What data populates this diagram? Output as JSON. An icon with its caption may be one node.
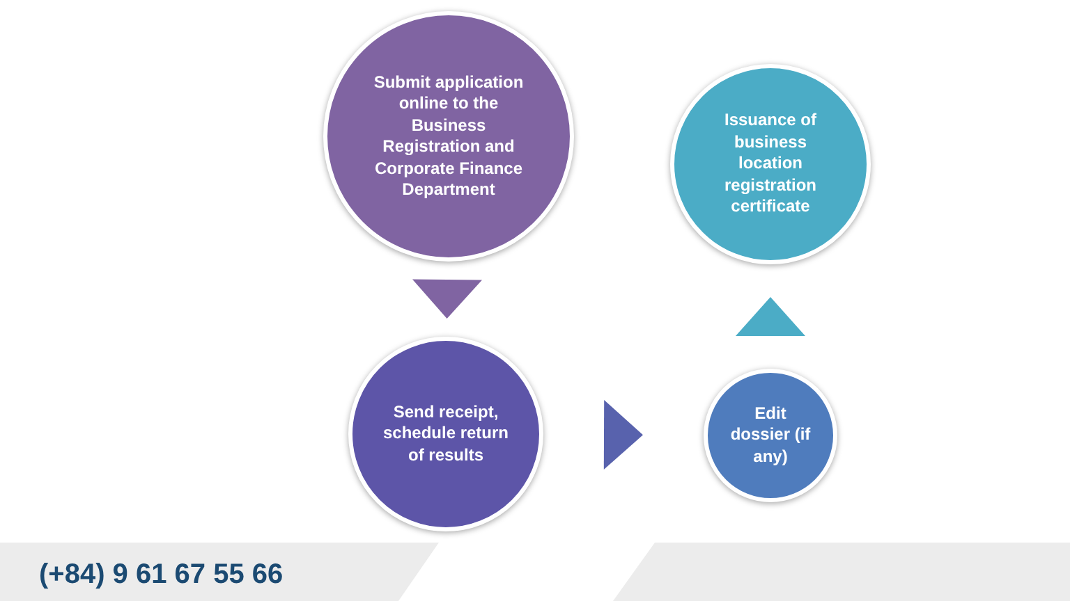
{
  "diagram": {
    "nodes": [
      {
        "text": [
          "Submit application online to the Business Registration and Corporate Finance Department"
        ]
      },
      {
        "text": [
          "Send receipt, schedule return of results"
        ]
      },
      {
        "text": [
          "Edit dossier (if any)"
        ]
      },
      {
        "text": [
          "Issuance of business location registration certificate"
        ]
      }
    ],
    "edges": [
      {
        "from": 0,
        "to": 1,
        "arrow": "to",
        "color": "#8064a2"
      },
      {
        "from": 1,
        "to": 2,
        "arrow": "to",
        "color": "#5862ad"
      },
      {
        "from": 2,
        "to": 3,
        "arrow": "to",
        "color": "#4bacc6"
      }
    ],
    "labels": [
      "(+84) 9 61 67 55 66"
    ]
  }
}
